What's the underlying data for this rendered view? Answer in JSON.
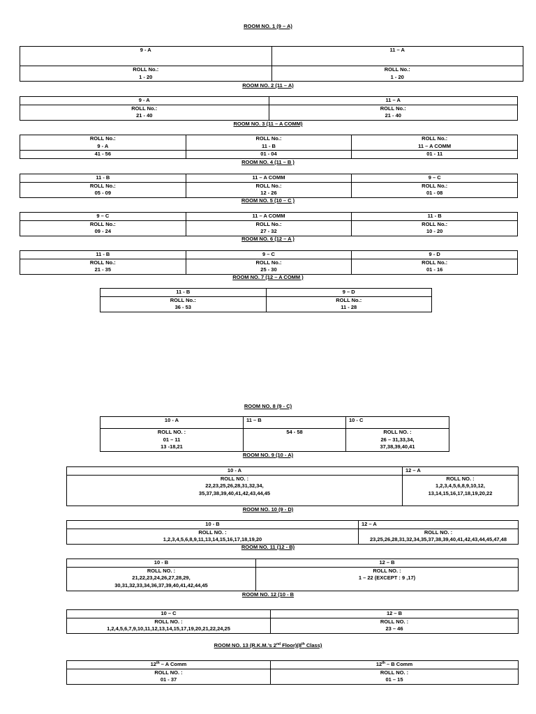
{
  "rooms": {
    "r1": {
      "title": "ROOM NO. 1  (9 – A)",
      "h": [
        "9 - A",
        "11 – A"
      ],
      "rl": "ROLL No.:",
      "v": [
        "1 - 20",
        "1 - 20"
      ]
    },
    "r2": {
      "title": "ROOM NO. 2  (11 – A)",
      "h": [
        "9 - A",
        "11 – A"
      ],
      "rl": "ROLL No.:",
      "v": [
        "21 - 40",
        "21 - 40"
      ]
    },
    "r3": {
      "title": "ROOM NO. 3  (11 – A COMM)",
      "rl": "ROLL No.:",
      "c": [
        "9 - A",
        "11 - B",
        "11 – A COMM"
      ],
      "v": [
        "41 - 56",
        "01 - 04",
        "01 - 11"
      ]
    },
    "r4": {
      "title": "ROOM NO. 4  (11 – B )",
      "h": [
        "11 - B",
        "11 – A COMM",
        "9 – C"
      ],
      "rl": "ROLL No.:",
      "v": [
        "05 - 09",
        "12 - 26",
        "01 - 08"
      ]
    },
    "r5": {
      "title": "ROOM NO. 5  (10 – C )",
      "h": [
        "9 – C",
        "11 – A COMM",
        "11 - B"
      ],
      "rl": "ROLL No.:",
      "v": [
        "09 - 24",
        "27 - 32",
        "10 - 20"
      ]
    },
    "r6": {
      "title": "ROOM NO. 6  (12 – A )",
      "h": [
        "11 - B",
        "9 – C",
        "9 - D"
      ],
      "rl": "ROLL No.:",
      "v": [
        "21 - 35",
        "25 - 30",
        "01 - 16"
      ]
    },
    "r7": {
      "title": "ROOM NO. 7  (12 – A COMM )",
      "h": [
        "11 - B",
        "9 – D"
      ],
      "rl": "ROLL No.:",
      "v": [
        "36 - 53",
        "11 - 28"
      ]
    },
    "r8": {
      "title": "ROOM NO. 8  (9 - C)",
      "h": [
        "10 - A",
        "11 – B",
        "10 - C"
      ],
      "rl": "ROLL NO. :",
      "v1": [
        "01 – 11",
        "13 -18,21"
      ],
      "v2": "54 - 58",
      "v3": [
        "26 – 31,33,34,",
        "37,38,39,40,41"
      ]
    },
    "r9": {
      "title": "ROOM NO. 9  (10 - A)",
      "h": [
        "10 - A",
        "12 – A"
      ],
      "rl": "ROLL NO. :",
      "v1": [
        "22,23,25,26,28,31,32,34,",
        "35,37,38,39,40,41,42,43,44,45"
      ],
      "v2": [
        "1,2,3,4,5,6,8,9,10,12,",
        "13,14,15,16,17,18,19,20,22"
      ]
    },
    "r10": {
      "title": "ROOM NO. 10  (9 - D)",
      "h": [
        "10 - B",
        "12 – A"
      ],
      "rl": "ROLL NO. :",
      "v": [
        "1,2,3,4,5,6,8,9,11,13,14,15,16,17,18,19,20",
        "23,25,26,28,31,32,34,35,37,38,39,40,41,42,43,44,45,47,48"
      ]
    },
    "r11": {
      "title": "ROOM NO. 11  (12 - B)",
      "h": [
        "10 - B",
        "12 – B"
      ],
      "rl": "ROLL NO. :",
      "v1": [
        "21,22,23,24,26,27,28,29,",
        "30,31,32,33,34,36,37,39,40,41,42,44,45"
      ],
      "v2": "1 – 22 (EXCEPT : 9 ,17)"
    },
    "r12": {
      "title": "ROOM NO. 12  (10 - B",
      "h": [
        "10 – C",
        "12 – B"
      ],
      "rl": "ROLL NO. :",
      "v": [
        "1,2,4,5,6,7,9,10,11,12,13,14,15,17,19,20,21,22,24,25",
        "23 – 46"
      ]
    },
    "r13": {
      "title_a": "ROOM NO. 13  (R.K.M.’s 2",
      "title_sup1": "nd",
      "title_b": " Floor)(8",
      "title_sup2": "th",
      "title_c": " Class)",
      "h1a": "12",
      "h1s": "th",
      "h1b": " – A Comm",
      "h2a": "12",
      "h2s": "th",
      "h2b": " – B Comm",
      "rl": "ROLL NO. :",
      "v": [
        "01 - 37",
        "01 – 15"
      ]
    }
  }
}
